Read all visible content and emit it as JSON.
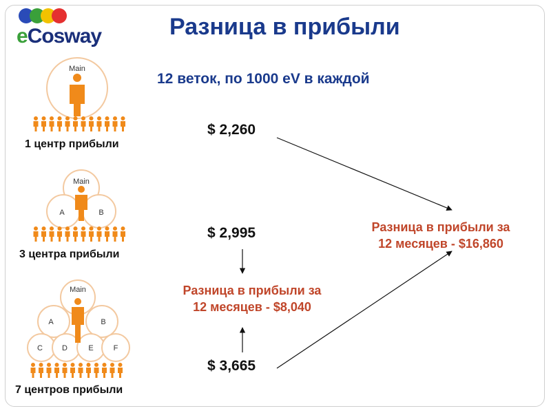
{
  "logo": {
    "text_e": "e",
    "text_rest": "Cosway",
    "dot_colors": [
      "#2a4bb8",
      "#3aa03a",
      "#f2c200",
      "#e53030"
    ]
  },
  "title": "Разница в прибыли",
  "subtitle": "12 веток, по 1000 eV в каждой",
  "values": {
    "one_center": "$ 2,260",
    "three_centers": "$ 2,995",
    "seven_centers": "$ 3,665"
  },
  "differences": {
    "small_line1": "Разница в прибыли за",
    "small_line2": "12 месяцев - $8,040",
    "large_line1": "Разница в прибыли за",
    "large_line2": "12 месяцев - $16,860"
  },
  "structures": [
    {
      "label": "1 центр прибыли",
      "circles": [
        "Main"
      ]
    },
    {
      "label": "3 центра прибыли",
      "circles": [
        "Main",
        "A",
        "B"
      ]
    },
    {
      "label": "7 центров прибыли",
      "circles": [
        "Main",
        "A",
        "B",
        "C",
        "D",
        "E",
        "F"
      ]
    }
  ],
  "colors": {
    "title": "#1a3a8c",
    "difference": "#c0462a",
    "person": "#f08a1a",
    "circle": "#f3c9a0"
  }
}
